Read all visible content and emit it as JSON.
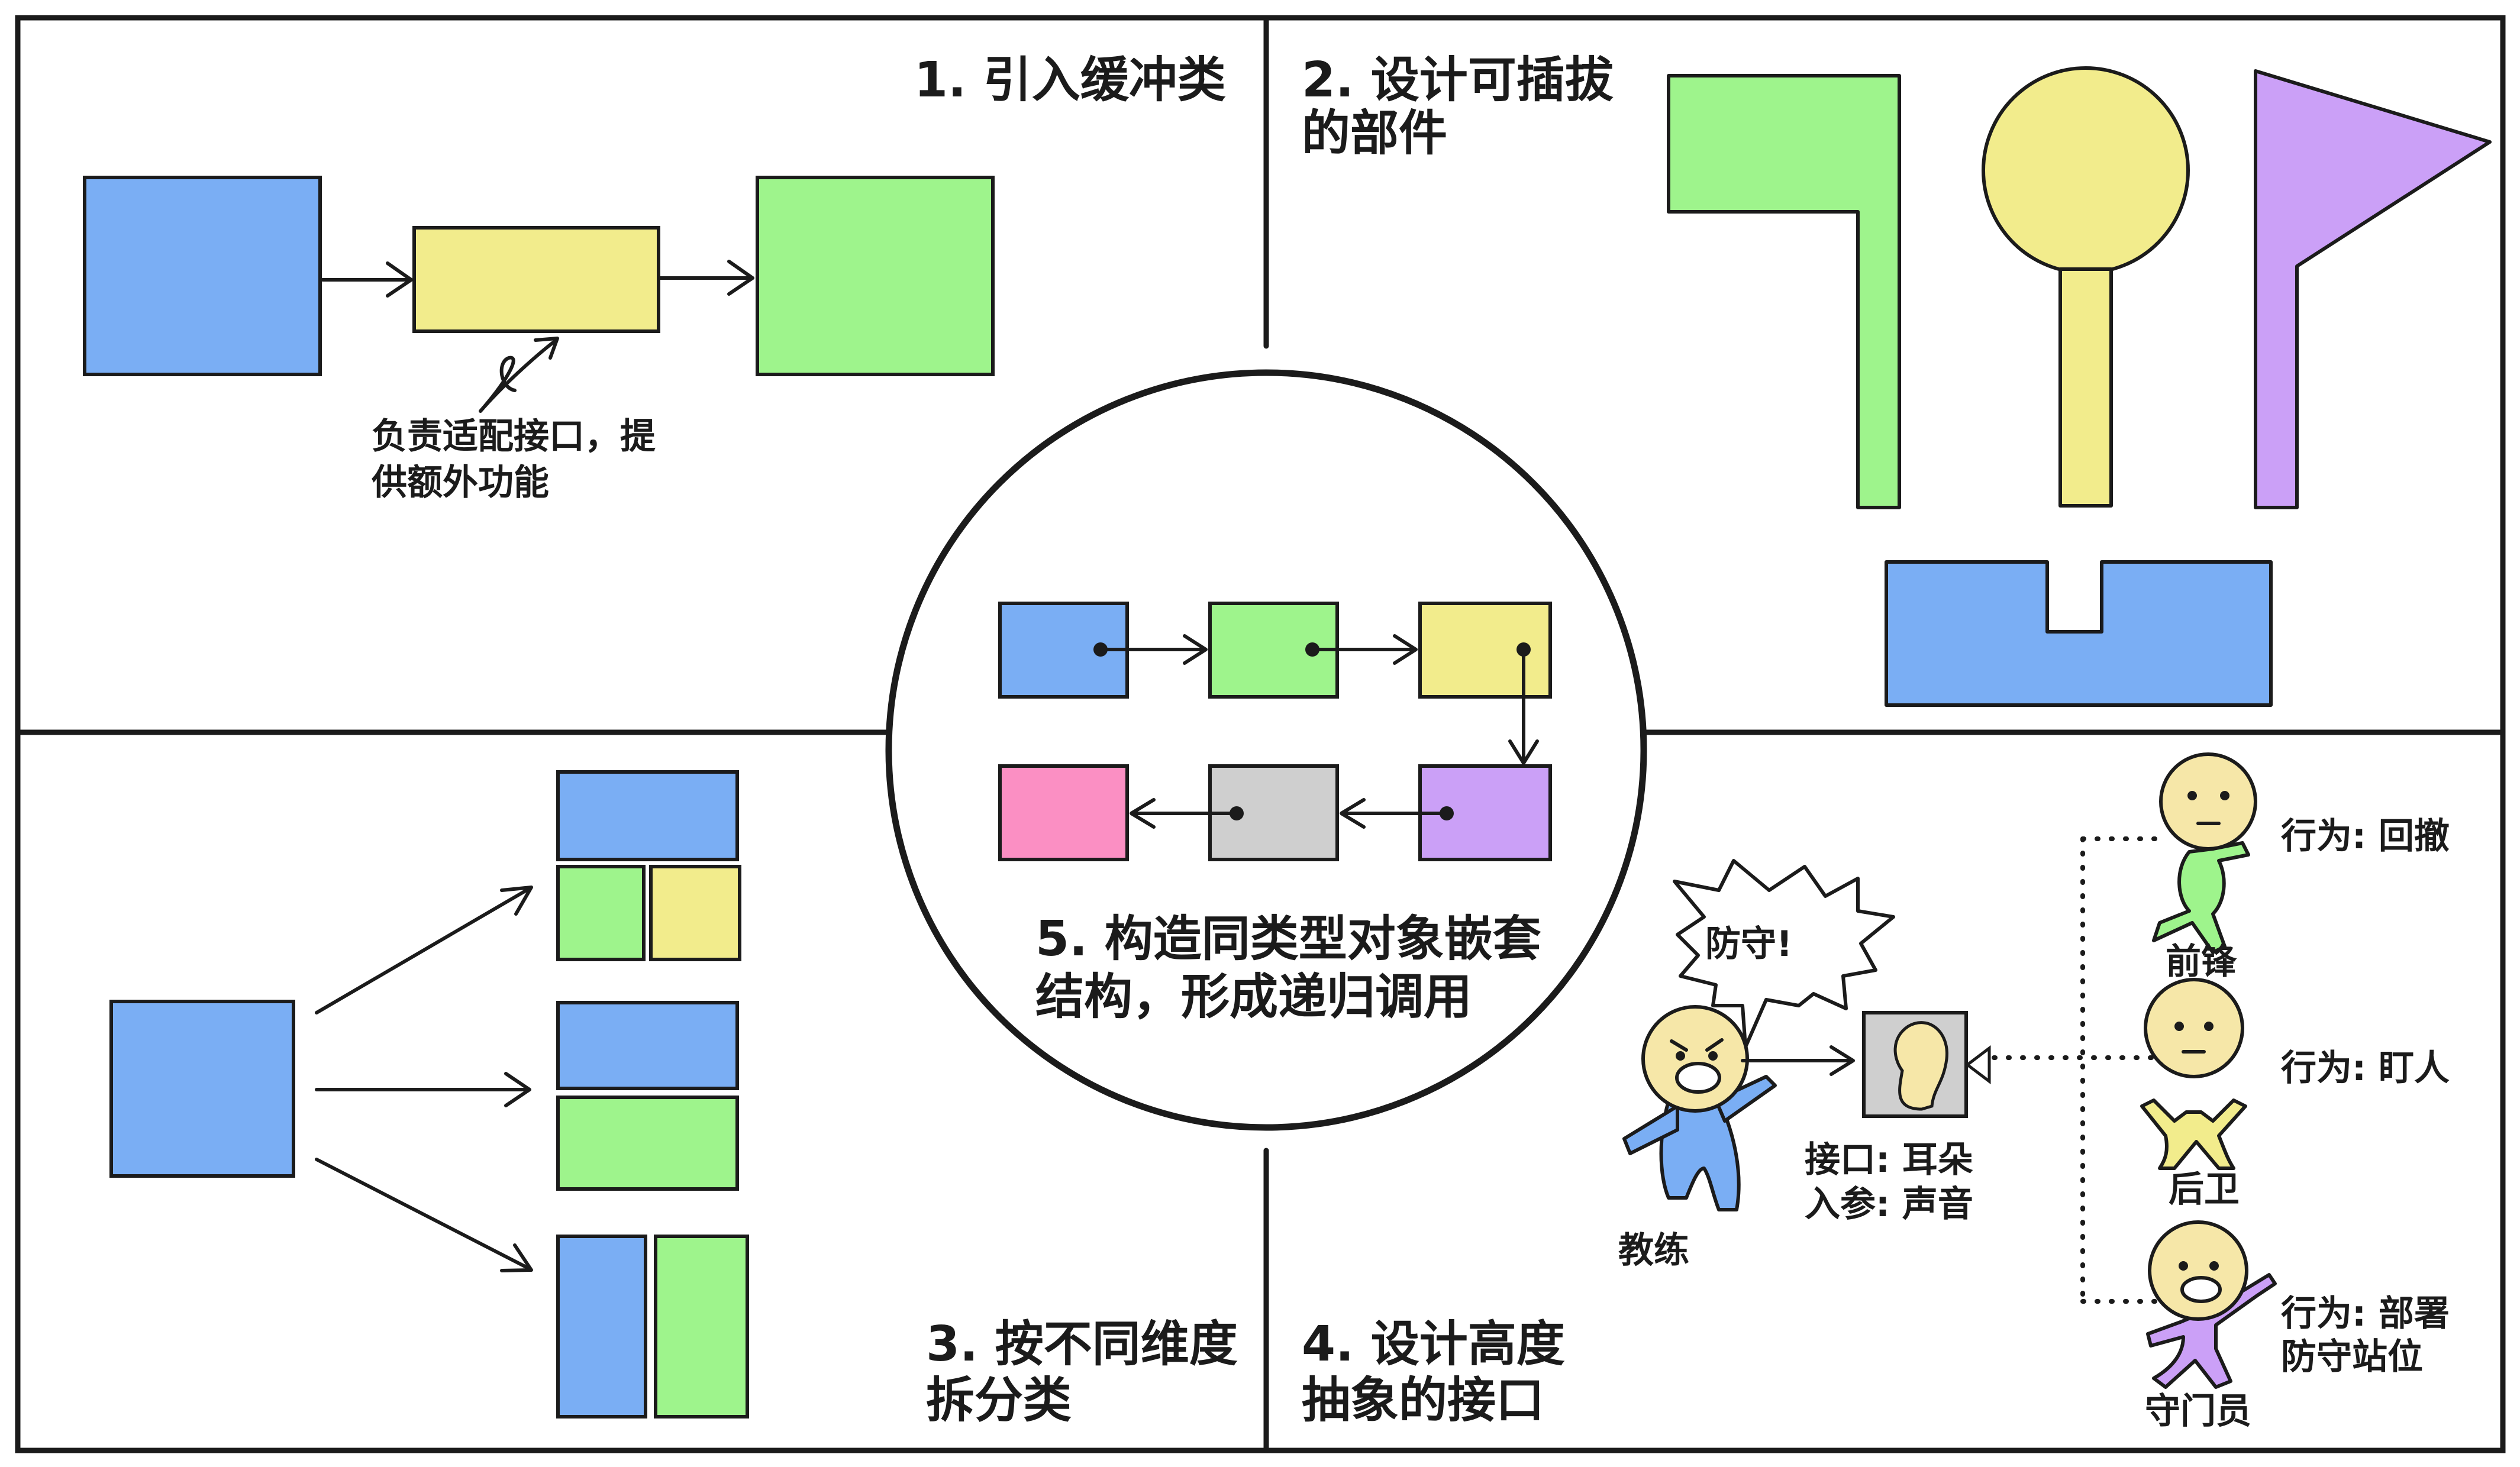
{
  "colors": {
    "blue": "#7aaef4",
    "green": "#9ef48c",
    "yellow": "#f2ec8c",
    "purple": "#cba0f7",
    "pink": "#fb8fc3",
    "gray": "#cfcfcf",
    "ink": "#1b1b1b"
  },
  "panels": {
    "p1": {
      "title": "1. 引入缓冲类",
      "note_line1": "负责适配接口，提",
      "note_line2": "供额外功能"
    },
    "p2": {
      "title_line1": "2. 设计可插拔",
      "title_line2": "的部件"
    },
    "p3": {
      "title_line1": "3. 按不同维度",
      "title_line2": "拆分类"
    },
    "p4": {
      "title_line1": "4. 设计高度",
      "title_line2": "抽象的接口",
      "speech": "防守!",
      "coach_label": "教练",
      "interface_line1": "接口:  耳朵",
      "interface_line2": "入参:  声音",
      "players": [
        {
          "name": "前锋",
          "behavior_line1": "行为:  回撤",
          "behavior_line2": "",
          "icon": "player-icon"
        },
        {
          "name": "后卫",
          "behavior_line1": "行为:  盯人",
          "behavior_line2": "",
          "icon": "player-icon"
        },
        {
          "name": "守门员",
          "behavior_line1": "行为:  部署",
          "behavior_line2": "防守站位",
          "icon": "player-icon"
        }
      ]
    },
    "p5": {
      "title_line1": "5. 构造同类型对象嵌套",
      "title_line2": "结构，形成递归调用"
    }
  }
}
